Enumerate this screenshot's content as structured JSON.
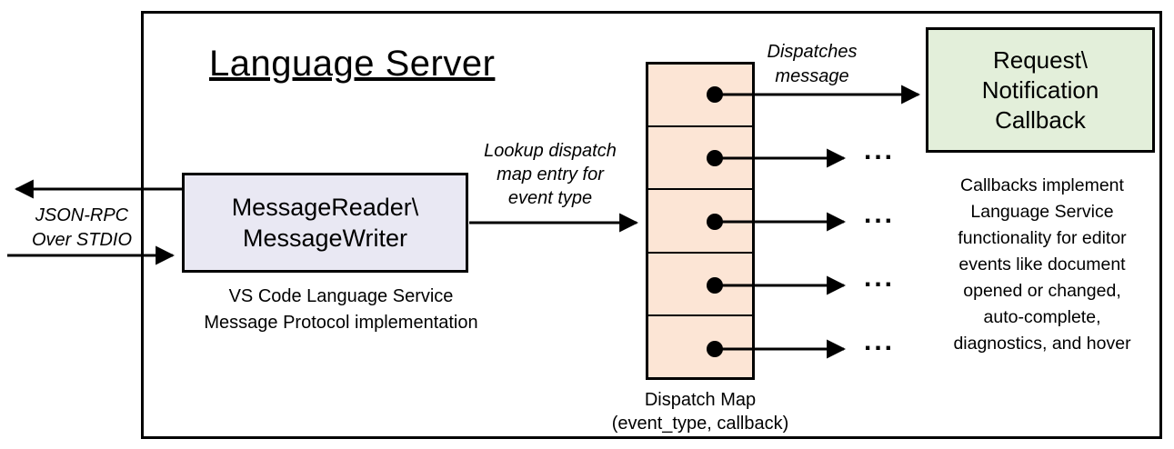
{
  "diagram": {
    "title": "Language Server",
    "io_label": "JSON-RPC\nOver STDIO",
    "reader_box": {
      "label": "MessageReader\\\nMessageWriter",
      "caption": "VS Code Language Service\nMessage Protocol implementation",
      "fill": "#e9e8f3"
    },
    "lookup_label": "Lookup dispatch\nmap entry for\nevent type",
    "dispatch_map": {
      "label": "Dispatch Map\n(event_type, callback)",
      "cell_count": 5,
      "fill": "#fce5d5"
    },
    "dispatches_label": "Dispatches\nmessage",
    "callback_box": {
      "label": "Request\\\nNotification\nCallback",
      "fill": "#e3efda"
    },
    "callbacks_note": "Callbacks implement\nLanguage Service\nfunctionality for editor\nevents like document\nopened or changed,\nauto-complete,\ndiagnostics, and hover",
    "ellipsis": "...",
    "line_color": "#000000"
  }
}
